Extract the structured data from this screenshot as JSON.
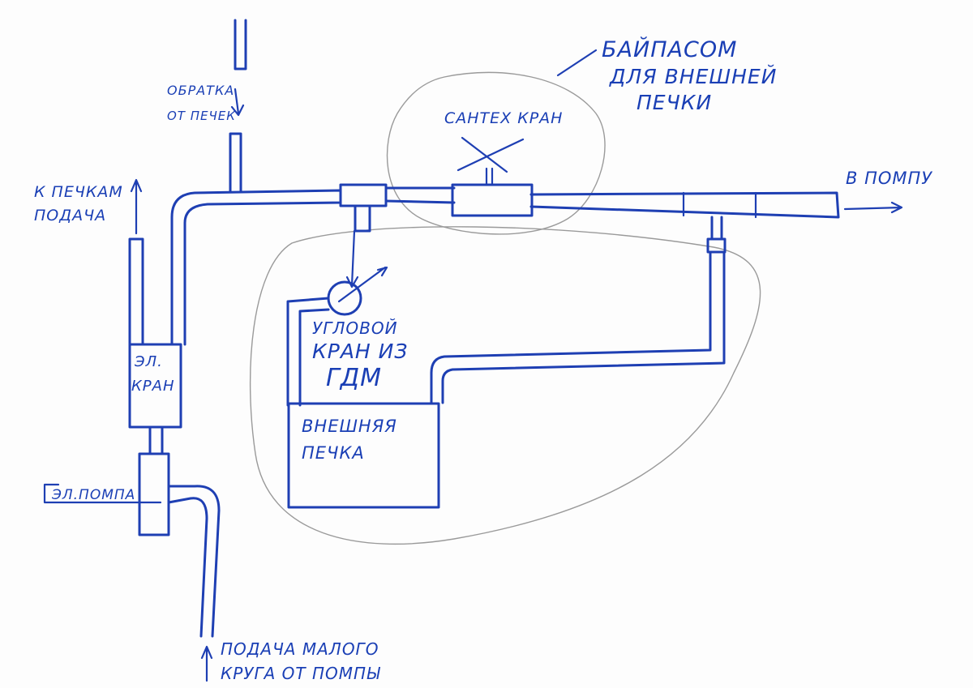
{
  "labels": {
    "return_line1": "ОБРАТКА",
    "return_line2": "ОТ ПЕЧЕК",
    "feed_line1": "К ПЕЧКАМ",
    "feed_line2": "ПОДАЧА",
    "bypass_line1": "БАЙПАСОМ",
    "bypass_line2": "ДЛЯ ВНЕШНЕЙ",
    "bypass_line3": "ПЕЧКИ",
    "plumb_valve": "САНТЕХ КРАН",
    "to_pump": "В ПОМПУ",
    "angle_valve_line1": "УГЛОВОЙ",
    "angle_valve_line2": "КРАН ИЗ",
    "angle_valve_line3": "ГДМ",
    "el_valve_line1": "ЭЛ.",
    "el_valve_line2": "КРАН",
    "el_pump": "ЭЛ.ПОМПА",
    "ext_heater_line1": "ВНЕШНЯЯ",
    "ext_heater_line2": "ПЕЧКА",
    "small_circle_line1": "ПОДАЧА МАЛОГО",
    "small_circle_line2": "КРУГА ОТ ПОМПЫ"
  },
  "colors": {
    "ink": "#1e3fb3",
    "pencil": "#9a9a9a"
  }
}
